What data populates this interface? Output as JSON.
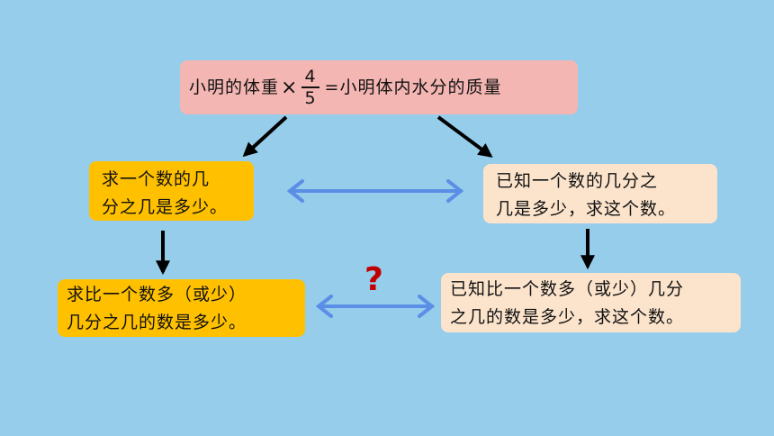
{
  "top_formula": {
    "left_text": "小明的体重",
    "times": "×",
    "numerator": "4",
    "denominator": "5",
    "right_text": "=小明体内水分的质量"
  },
  "left_box1": {
    "line1": "求一个数的几",
    "line2": "分之几是多少。"
  },
  "right_box1": {
    "line1": "已知一个数的几分之",
    "line2": "几是多少，求这个数。"
  },
  "left_box2": {
    "line1": "求比一个数多（或少）",
    "line2": "几分之几的数是多少。"
  },
  "right_box2": {
    "line1": "已知比一个数多（或少）几分",
    "line2": "之几的数是多少，求这个数。"
  },
  "question_mark": "?",
  "colors": {
    "background": "#95CDEB",
    "pink_box": "#F4B6B2",
    "orange_box": "#FFC000",
    "peach_box": "#FCE4CC",
    "blue_arrow": "#5B8EE6",
    "red_mark": "#C00000"
  }
}
